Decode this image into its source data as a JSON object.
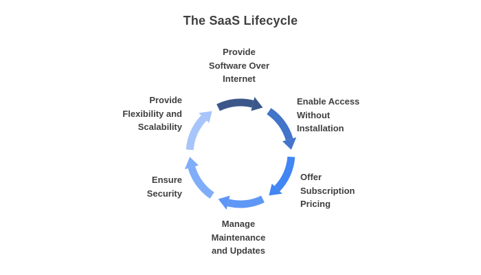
{
  "diagram": {
    "title": "The SaaS Lifecycle",
    "type": "cycle",
    "direction": "clockwise",
    "text_color": "#3F3F3F",
    "steps": [
      {
        "id": "provide-software-over-internet",
        "label": "Provide\nSoftware Over\nInternet",
        "arrow_color": "#3C588A",
        "position": "top"
      },
      {
        "id": "enable-access-without-installation",
        "label": "Enable Access\nWithout\nInstallation",
        "arrow_color": "#4274C9",
        "position": "right-top"
      },
      {
        "id": "offer-subscription-pricing",
        "label": "Offer\nSubscription\nPricing",
        "arrow_color": "#4285F4",
        "position": "right-bottom"
      },
      {
        "id": "manage-maintenance-and-updates",
        "label": "Manage\nMaintenance\nand Updates",
        "arrow_color": "#5E97F6",
        "position": "bottom"
      },
      {
        "id": "ensure-security",
        "label": "Ensure\nSecurity",
        "arrow_color": "#7FADF9",
        "position": "left-bottom"
      },
      {
        "id": "provide-flexibility-and-scalability",
        "label": "Provide\nFlexibility and\nScalability",
        "arrow_color": "#A7C5FB",
        "position": "left-top"
      }
    ]
  }
}
